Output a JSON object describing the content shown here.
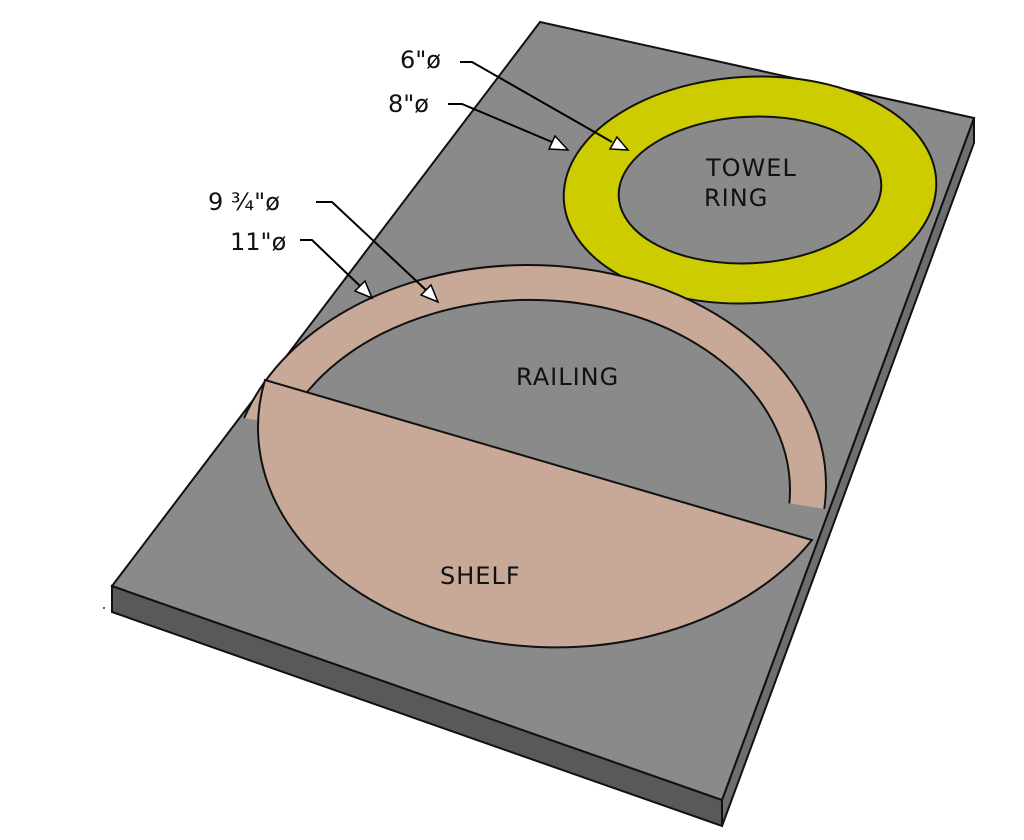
{
  "colors": {
    "board_top": "#8a8a8a",
    "board_front": "#595959",
    "board_side": "#6e6e6e",
    "towel_ring": "#cccc00",
    "wood": "#c8a896",
    "outline": "#111111",
    "background": "#ffffff"
  },
  "dimensions": {
    "towel_inner": "6\"ø",
    "towel_outer": "8\"ø",
    "railing_inner": "9 ¾\"ø",
    "railing_outer": "11\"ø"
  },
  "parts": {
    "towel_ring_line1": "TOWEL",
    "towel_ring_line2": "RING",
    "railing": "RAILING",
    "shelf": "SHELF"
  }
}
